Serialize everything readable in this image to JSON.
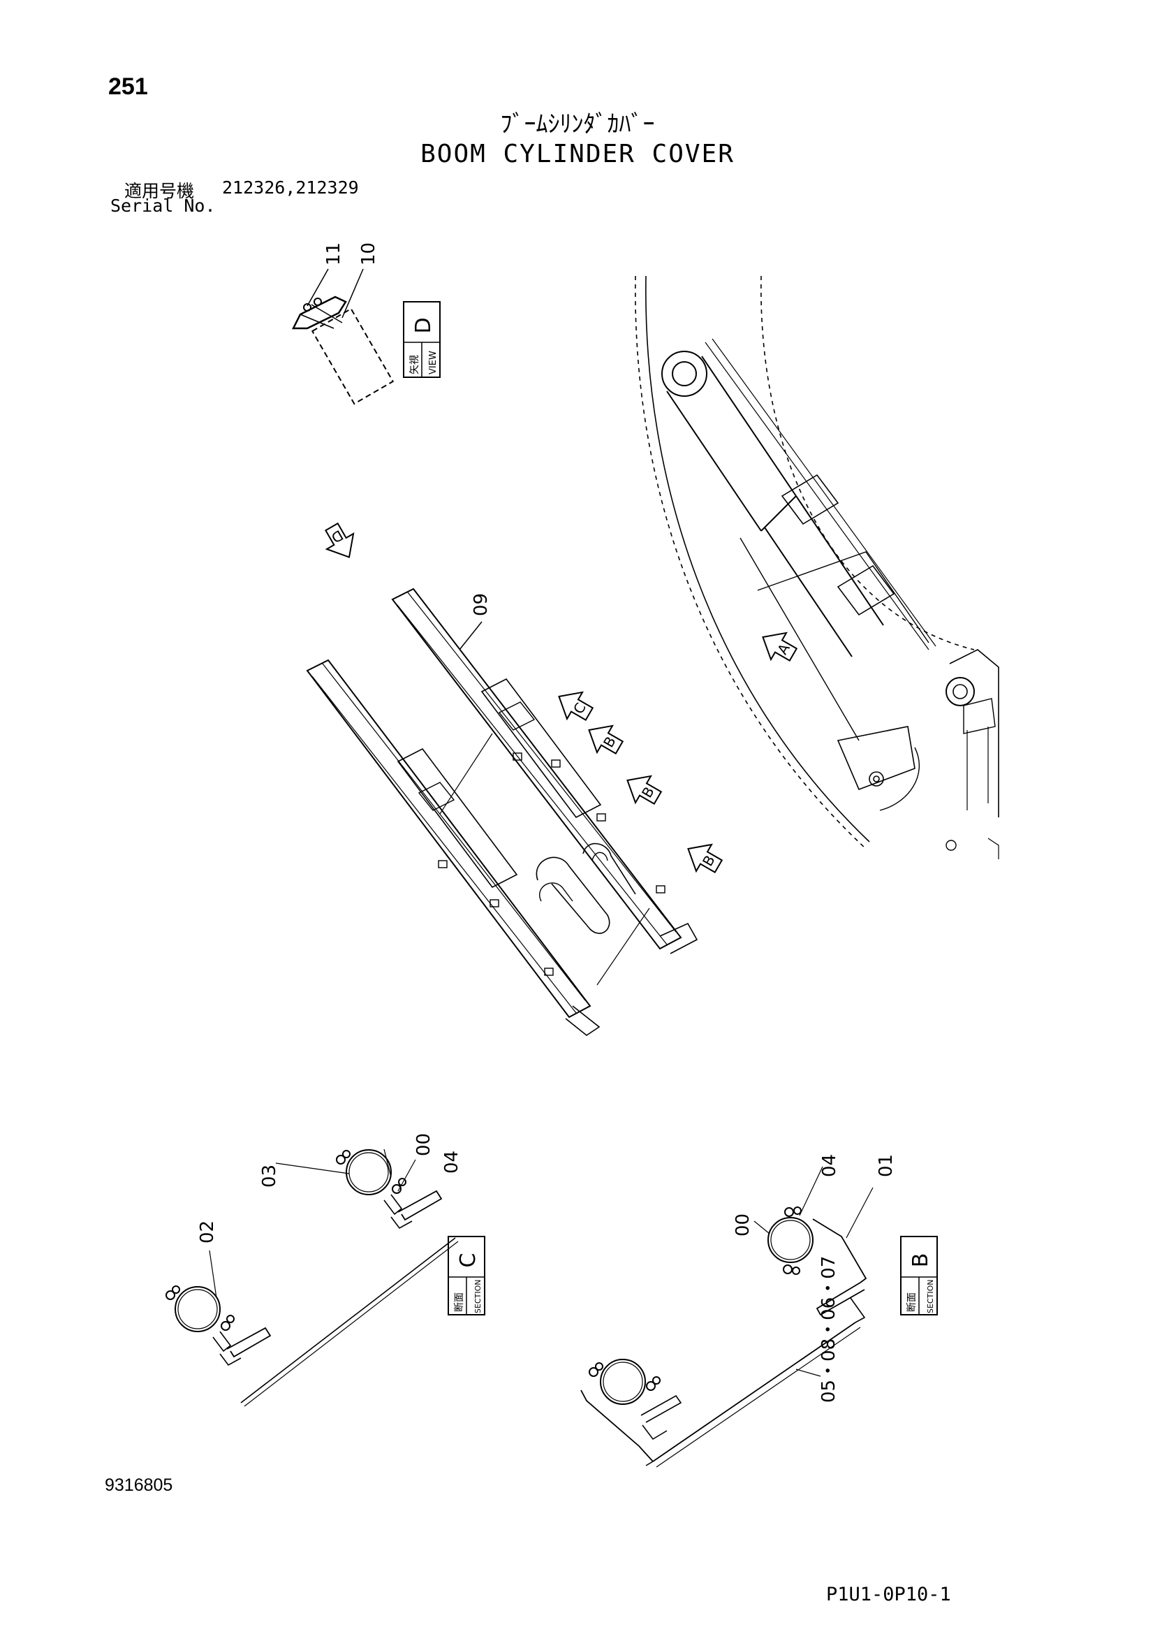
{
  "page_number": "251",
  "title": {
    "japanese": "ﾌﾞｰﾑｼﾘﾝﾀﾞｶﾊﾞｰ",
    "english": "BOOM CYLINDER COVER"
  },
  "serial": {
    "label_jp": "適用号機",
    "values": "212326,212329",
    "label_en": "Serial No."
  },
  "views": {
    "view_d": {
      "jp": "矢視",
      "en": "VIEW",
      "letter": "D"
    },
    "section_c": {
      "jp": "断面",
      "en": "SECTION",
      "letter": "C"
    },
    "section_b": {
      "jp": "断面",
      "en": "SECTION",
      "letter": "B"
    }
  },
  "arrow_marks": [
    "D",
    "C",
    "B",
    "B",
    "B",
    "A"
  ],
  "part_callouts": {
    "view_d": [
      "11",
      "10"
    ],
    "main": [
      "09"
    ],
    "section_c": [
      "00",
      "04",
      "03",
      "02"
    ],
    "section_b": [
      "04",
      "01",
      "00",
      "05・08・06・07"
    ]
  },
  "doc_number": "9316805",
  "drawing_code": "P1U1-0P10-1"
}
